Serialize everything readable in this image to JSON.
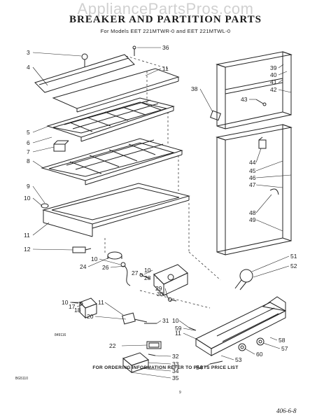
{
  "watermark": "AppliancePartsPros.com",
  "title": "BREAKER AND PARTITION PARTS",
  "subtitle": "For Models EET 221MTWR-0 and EET 221MTWL-0",
  "footer": "FOR ORDERING INFORMATION REFER TO PARTS PRICE LIST",
  "figure_code": "849116",
  "corner_code": "BG5110",
  "page_number": "9",
  "signature": "406-6-8",
  "callouts": [
    "3",
    "4",
    "5",
    "6",
    "7",
    "8",
    "9",
    "10",
    "11",
    "12",
    "36",
    "11",
    "38",
    "39",
    "40",
    "41",
    "42",
    "43",
    "44",
    "45",
    "46",
    "47",
    "48",
    "49",
    "51",
    "52",
    "24",
    "10",
    "26",
    "27",
    "10",
    "28",
    "29",
    "30",
    "31",
    "10",
    "17",
    "18",
    "11",
    "20",
    "22",
    "10",
    "59",
    "32",
    "11",
    "33",
    "34",
    "35",
    "58",
    "60",
    "57",
    "53",
    "54"
  ]
}
